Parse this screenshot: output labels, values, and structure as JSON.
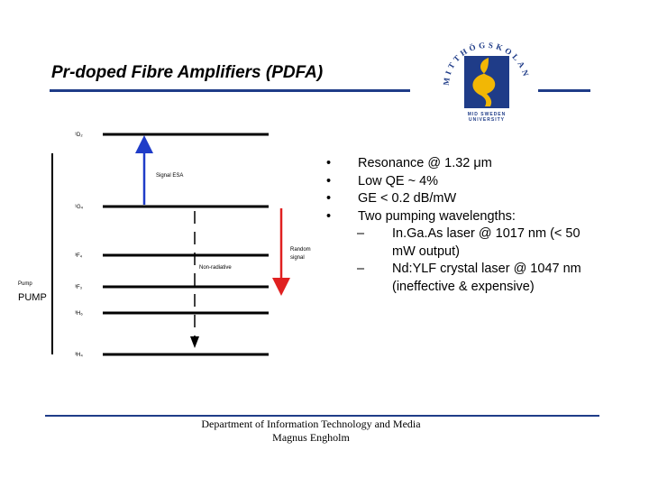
{
  "slide": {
    "title": "Pr-doped Fibre Amplifiers (PDFA)"
  },
  "logo": {
    "arc_text": "MITTHÖGSKOLAN",
    "subtitle_line1": "MID SWEDEN",
    "subtitle_line2": "UNIVERSITY",
    "colors": {
      "blue": "#1f3c88",
      "yellow": "#f2b705"
    }
  },
  "diagram": {
    "levels": [
      "¹D₂",
      "¹G₄",
      "³F₄",
      "³F₃",
      "³H₆",
      "³H₄"
    ],
    "pump_small": "Pump",
    "pump_label": "PUMP",
    "signal_label": "Signal ESA",
    "nonrad_label": "Non-radiative",
    "random_label_1": "Random",
    "random_label_2": "signal",
    "colors": {
      "esa_arrow": "#1f3cc8",
      "emission_arrow": "#e02020"
    }
  },
  "bullets": {
    "items": [
      "Resonance @ 1.32 μm",
      "Low QE ~ 4%",
      "GE < 0.2 dB/mW",
      "Two pumping wavelengths:"
    ],
    "sub_items": [
      {
        "dash": "–",
        "line1": "In.Ga.As laser @ 1017 nm (< 50",
        "line2": "mW output)"
      },
      {
        "dash": "–",
        "line1": "Nd:YLF crystal laser @ 1047 nm",
        "line2": "(ineffective & expensive)"
      }
    ],
    "bullet_char": "•"
  },
  "footer": {
    "line1": "Department of Information Technology and Media",
    "line2": "Magnus Engholm"
  }
}
